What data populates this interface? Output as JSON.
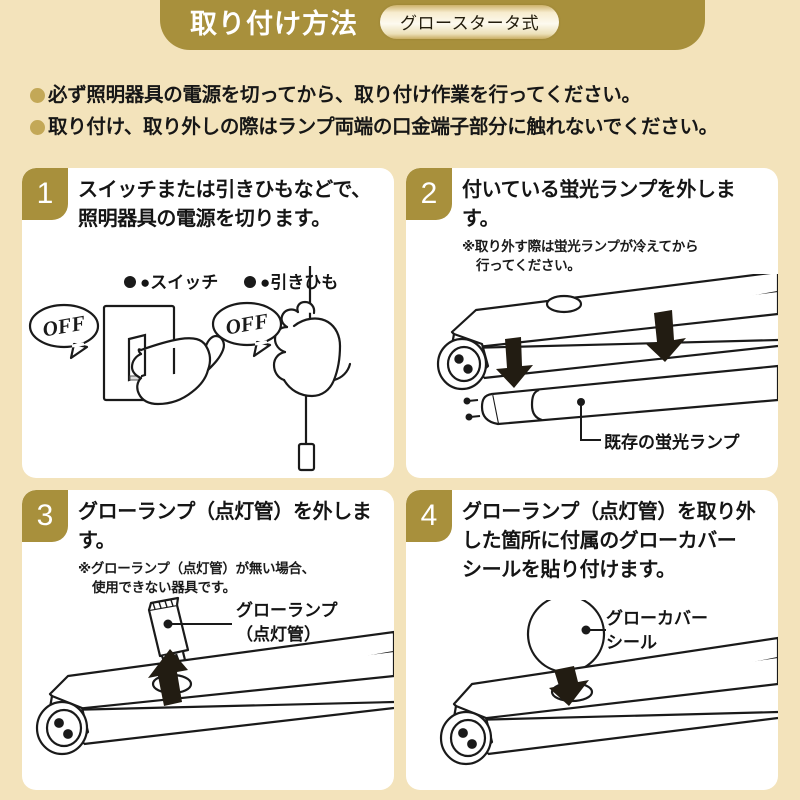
{
  "header": {
    "title": "取り付け方法",
    "pill_label": "グロースタータ式",
    "banner_color": "#a8903c"
  },
  "notes": [
    {
      "bullet": "bullet-dot",
      "text": "必ず照明器具の電源を切ってから、取り付け作業を行ってください。"
    },
    {
      "bullet": "bullet-dot",
      "text": "取り付け、取り外しの際はランプ両端の口金端子部分に触れないでください。"
    }
  ],
  "steps": [
    {
      "number": "1",
      "title_lines": [
        "スイッチまたは引きひもなどで、",
        "照明器具の電源を切ります。"
      ],
      "sub_lines": [],
      "art_labels": {
        "switch_heading": "●スイッチ",
        "cord_heading": "●引きひも",
        "bubble_left": "OFF",
        "bubble_right": "OFF"
      }
    },
    {
      "number": "2",
      "title_lines": [
        "付いている蛍光ランプを外します。"
      ],
      "sub_lines": [
        "※取り外す際は蛍光ランプが冷えてから",
        "行ってください。"
      ],
      "art_labels": {
        "callout": "既存の蛍光ランプ"
      }
    },
    {
      "number": "3",
      "title_lines": [
        "グローランプ（点灯管）を外します。"
      ],
      "sub_lines": [
        "※グローランプ（点灯管）が無い場合、",
        "使用できない器具です。"
      ],
      "art_labels": {
        "callout_line1": "グローランプ",
        "callout_line2": "（点灯管）"
      }
    },
    {
      "number": "4",
      "title_lines": [
        "グローランプ（点灯管）を取り外",
        "した箇所に付属のグローカバー",
        "シールを貼り付けます。"
      ],
      "sub_lines": [],
      "art_labels": {
        "callout_line1": "グローカバー",
        "callout_line2": "シール"
      }
    }
  ],
  "colors": {
    "page_background": "#f3e3bb",
    "card_background": "#ffffff",
    "gold": "#a8903c",
    "bullet_gold": "#c3a857",
    "ink": "#151515"
  }
}
